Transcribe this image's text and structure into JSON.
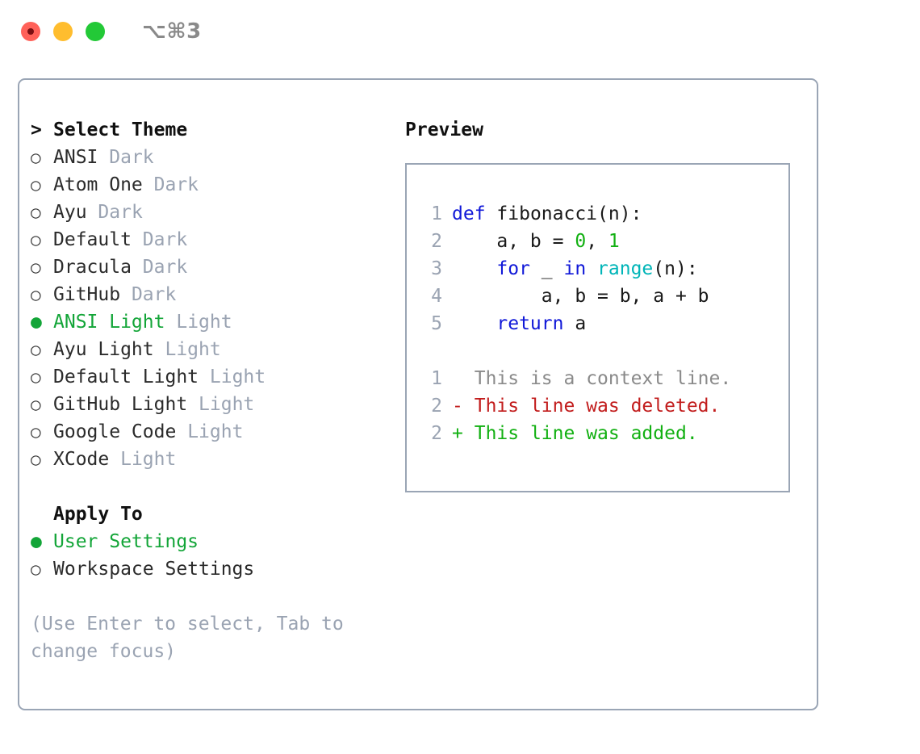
{
  "window": {
    "shortcut_label": "⌥⌘3",
    "traffic_lights": [
      "close",
      "minimize",
      "zoom"
    ]
  },
  "theme_panel": {
    "header_prefix": ">",
    "header_label": "Select Theme",
    "items": [
      {
        "marker": "○",
        "name": "ANSI",
        "suffix": "Dark",
        "selected": false
      },
      {
        "marker": "○",
        "name": "Atom One",
        "suffix": "Dark",
        "selected": false
      },
      {
        "marker": "○",
        "name": "Ayu",
        "suffix": "Dark",
        "selected": false
      },
      {
        "marker": "○",
        "name": "Default",
        "suffix": "Dark",
        "selected": false
      },
      {
        "marker": "○",
        "name": "Dracula",
        "suffix": "Dark",
        "selected": false
      },
      {
        "marker": "○",
        "name": "GitHub",
        "suffix": "Dark",
        "selected": false
      },
      {
        "marker": "●",
        "name": "ANSI Light",
        "suffix": "Light",
        "selected": true
      },
      {
        "marker": "○",
        "name": "Ayu Light",
        "suffix": "Light",
        "selected": false
      },
      {
        "marker": "○",
        "name": "Default Light",
        "suffix": "Light",
        "selected": false
      },
      {
        "marker": "○",
        "name": "GitHub Light",
        "suffix": "Light",
        "selected": false
      },
      {
        "marker": "○",
        "name": "Google Code",
        "suffix": "Light",
        "selected": false
      },
      {
        "marker": "○",
        "name": "XCode",
        "suffix": "Light",
        "selected": false
      }
    ]
  },
  "apply_to_panel": {
    "header_prefix": " ",
    "header_label": "Apply To",
    "items": [
      {
        "marker": "●",
        "name": "User Settings",
        "suffix": "",
        "selected": true
      },
      {
        "marker": "○",
        "name": "Workspace Settings",
        "suffix": "",
        "selected": false
      }
    ]
  },
  "hint": {
    "text": "(Use Enter to select, Tab to change focus)"
  },
  "preview": {
    "title": "Preview",
    "code_lines": [
      {
        "no": "1",
        "tokens": [
          {
            "t": "def",
            "c": "kw"
          },
          {
            "t": " ",
            "c": "txt"
          },
          {
            "t": "fibonacci(n):",
            "c": "txt"
          }
        ]
      },
      {
        "no": "2",
        "tokens": [
          {
            "t": "    a, b = ",
            "c": "txt"
          },
          {
            "t": "0",
            "c": "num"
          },
          {
            "t": ", ",
            "c": "txt"
          },
          {
            "t": "1",
            "c": "num"
          }
        ]
      },
      {
        "no": "3",
        "tokens": [
          {
            "t": "    ",
            "c": "txt"
          },
          {
            "t": "for",
            "c": "kw"
          },
          {
            "t": " _ ",
            "c": "txt"
          },
          {
            "t": "in",
            "c": "kw"
          },
          {
            "t": " ",
            "c": "txt"
          },
          {
            "t": "range",
            "c": "fn"
          },
          {
            "t": "(n):",
            "c": "txt"
          }
        ]
      },
      {
        "no": "4",
        "tokens": [
          {
            "t": "        a, b = b, a + b",
            "c": "txt"
          }
        ]
      },
      {
        "no": "5",
        "tokens": [
          {
            "t": "    ",
            "c": "txt"
          },
          {
            "t": "return",
            "c": "kw"
          },
          {
            "t": " a",
            "c": "txt"
          }
        ]
      }
    ],
    "diff_lines": [
      {
        "no": "1",
        "marker": " ",
        "text": "This is a context line.",
        "kind": "ctx"
      },
      {
        "no": "2",
        "marker": "-",
        "text": "This line was deleted.",
        "kind": "del"
      },
      {
        "no": "2",
        "marker": "+",
        "text": "This line was added.",
        "kind": "add"
      }
    ]
  },
  "colors": {
    "accent_green": "#13a538",
    "muted": "#9aa3b2",
    "border": "#9aa5b5",
    "keyword_blue": "#1018d8",
    "function_cyan": "#00b5b8",
    "number_green": "#12b012",
    "diff_delete_red": "#c21d1d",
    "diff_add_green": "#12b012"
  }
}
